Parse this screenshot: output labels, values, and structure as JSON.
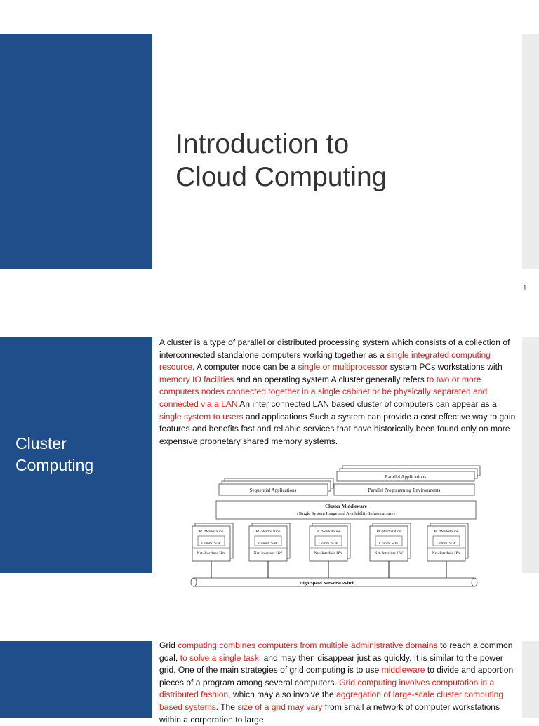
{
  "slide1": {
    "title_line1": "Introduction to",
    "title_line2": "Cloud  Computing",
    "slide_number": "1"
  },
  "slide2": {
    "heading_line1": "Cluster",
    "heading_line2": "Computing",
    "paragraph": [
      {
        "t": "A cluster is a type of parallel or distributed processing system which consists of a collection of interconnected standalone computers working together as a "
      },
      {
        "t": "single integrated computing resource",
        "red": true
      },
      {
        "t": ". A computer node can be a "
      },
      {
        "t": "single or multiprocessor",
        "red": true
      },
      {
        "t": " system PCs workstations with "
      },
      {
        "t": "memory IO facilities",
        "red": true
      },
      {
        "t": " and an operating system A cluster generally refers "
      },
      {
        "t": "to two or more computers nodes connected together in a single cabinet or be physically separated and connected via a LAN",
        "red": true
      },
      {
        "t": " An inter connected LAN based cluster of computers can appear as a "
      },
      {
        "t": "single system to users",
        "red": true
      },
      {
        "t": " and applications Such a system can provide a cost effective way to gain features and benefits fast and reliable services that have historically been found only on more expensive proprietary shared memory systems."
      }
    ],
    "diagram": {
      "parallel_apps": "Parallel Applications",
      "sequential_apps": "Sequential Applications",
      "parallel_env": "Parallel Programming Environments",
      "middleware_title": "Cluster Middleware",
      "middleware_sub": "(Single System Image and Availability Infrastructure)",
      "node_label": "PC/Workstation",
      "comm_label": "Comm. S/W",
      "net_label": "Net. Interface HW",
      "network_label": "High Speed Network/Switch"
    }
  },
  "slide3": {
    "paragraph": [
      {
        "t": "Grid "
      },
      {
        "t": "computing combines computers from multiple administrative domains",
        "red": true
      },
      {
        "t": " to reach a common goal, "
      },
      {
        "t": "to solve a single task",
        "red": true
      },
      {
        "t": ", and may then disappear just as quickly. It is similar to the power grid. One of the main strategies of grid computing is to use "
      },
      {
        "t": "middleware",
        "red": true
      },
      {
        "t": " to divide and apportion pieces of a program among several computers. "
      },
      {
        "t": "Grid computing involves computation in a distributed fashion",
        "red": true
      },
      {
        "t": ", which may also involve the "
      },
      {
        "t": "aggregation of large-scale cluster computing based systems",
        "red": true
      },
      {
        "t": ". The "
      },
      {
        "t": "size of a grid may vary",
        "red": true
      },
      {
        "t": " from small a network of computer workstations within a corporation to large"
      }
    ]
  }
}
